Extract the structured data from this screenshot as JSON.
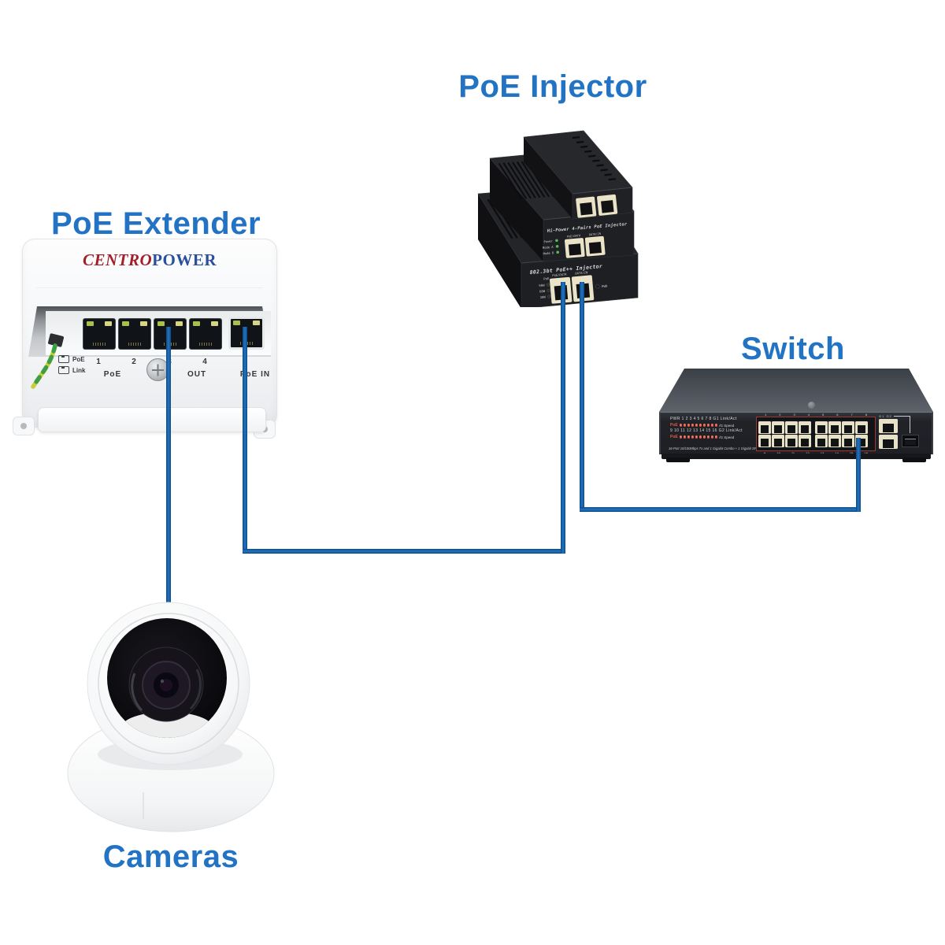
{
  "titles": {
    "extender": "PoE Extender",
    "injector": "PoE Injector",
    "switch": "Switch",
    "cameras": "Cameras"
  },
  "colors": {
    "title_blue": "#2273c4",
    "cable_blue": "#1e6db6",
    "brand_red": "#a32028",
    "brand_blue": "#2a4f9f",
    "port_beige": "#e7e1c8",
    "led_red": "#c03728"
  },
  "extender": {
    "brand_left": "CENTRO",
    "brand_right": "POWER",
    "out_ports": [
      "1",
      "2",
      "3",
      "4"
    ],
    "legend": {
      "poe": "PoE",
      "link": "Link",
      "poe_group": "PoE",
      "out_group": "OUT",
      "poe_in": "PoE IN"
    }
  },
  "injector": {
    "mid_title": "Hi-Power 4-Pairs PoE Injector",
    "bottom_title": "802.3bt PoE++ Injector",
    "port_left": "PoE/DATA",
    "port_right": "DATA/IN",
    "mid_leds": [
      "Power",
      "Mode A",
      "Mode B"
    ],
    "bottom_led_header": "PoE",
    "bottom_leds": [
      "90W",
      "60W",
      "30W"
    ],
    "pwr": "PWR"
  },
  "switch": {
    "row1": "PWR 1 2 3 4 5 6 7 8 G1 Link/Act",
    "row3": "9 10 11 12 13 14 15 16 G2 Link/Act",
    "poe_row_label": "PoE",
    "poe_row_suffix": "/G Speed",
    "led_dots_per_row": 10,
    "caption": "16-Port 10/100Mbps Tx and 1 Gigabit Combo + 1 Gigabit SFP with 16-PoE",
    "numbers_top": [
      "1",
      "2",
      "3",
      "4",
      "5",
      "6",
      "7",
      "8"
    ],
    "numbers_bottom": [
      "9",
      "10",
      "11",
      "12",
      "13",
      "14",
      "15",
      "16"
    ],
    "uplink_label": "G1 G2",
    "ports_per_group": 4,
    "port_rows": 2,
    "groups": 2
  }
}
